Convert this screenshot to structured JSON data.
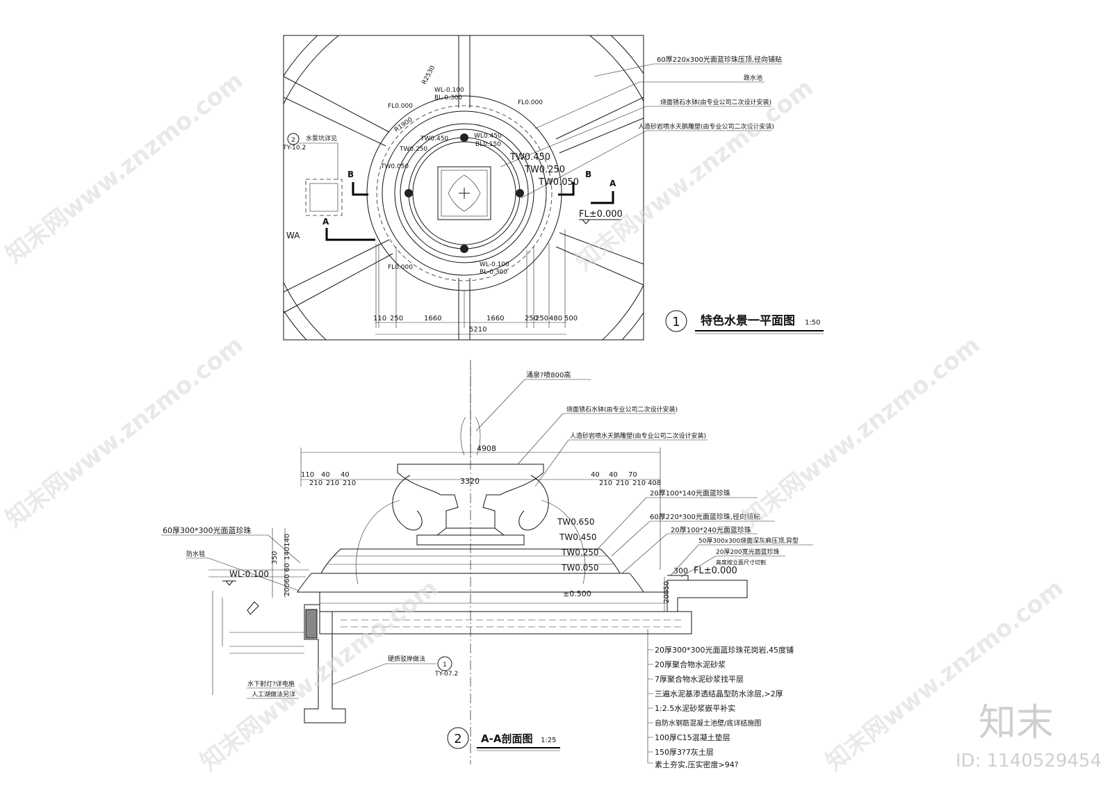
{
  "plan": {
    "title": "特色水景一平面图",
    "scale": "1:50",
    "index": "1",
    "callouts": [
      "60厚220x300光面蓝珍珠压顶,径向铺贴",
      "跌水池",
      "烧面锈石水钵(由专业公司二次设计安装)",
      "人造砂岩喷水天鹅雕塑(由专业公司二次设计安装)"
    ],
    "elevations": {
      "fl000_top": "FL0.000",
      "fl000_left": "FL0.000",
      "wl_top": "WL-0.100",
      "bl_top": "BL-0.300",
      "tw450_a": "TW0.450",
      "tw250_a": "TW0.250",
      "tw050_a": "TW0.050",
      "wl450": "WL0.450",
      "bl150": "BL0.150",
      "tw450": "TW0.450",
      "tw250": "TW0.250",
      "tw050": "TW0.050",
      "fl_pm": "FL±0.000",
      "fl_bottom": "FL0.000",
      "wl_bottom": "WL-0.100",
      "bl_bottom": "BL-0.300",
      "r1": "R2530",
      "r2": "R1900"
    },
    "section_marks": {
      "a": "A",
      "b": "B"
    },
    "detail_ref": {
      "num": "2",
      "text": "水泵坑详见",
      "sheet": "TY-10.2"
    },
    "wa": "WA",
    "dims": {
      "d1": "110",
      "d2": "250",
      "d3": "1660",
      "d4": "1660",
      "d5": "250",
      "d6": "250",
      "d7": "480",
      "d8": "500",
      "total": "5210"
    }
  },
  "section": {
    "title": "A-A剖面图",
    "scale": "1:25",
    "index": "2",
    "top_callouts": [
      "涌泉?喷800高",
      "烧面锈石水钵(由专业公司二次设计安装)",
      "人造砂岩喷水天鹅雕塑(由专业公司二次设计安装)"
    ],
    "right_callouts": [
      "20厚100*140光面蓝珍珠",
      "60厚220*300光面蓝珍珠,径向铺贴",
      "20厚100*240光面蓝珍珠",
      "50厚300x300烧面深灰麻压顶,异型",
      "20厚200宽光面蓝珍珠",
      "高度按立面尺寸切割"
    ],
    "left_callouts": [
      "60厚300*300光面蓝珍珠",
      "防水毯",
      "WL-0.100"
    ],
    "elevations": {
      "tw650": "TW0.650",
      "tw450": "TW0.450",
      "tw250": "TW0.250",
      "tw050": "TW0.050",
      "fl": "FL±0.000",
      "fl300": "300",
      "sub": "±0.500"
    },
    "dims": {
      "overall": "4908",
      "inner": "3320",
      "left_small": [
        "110",
        "40",
        "40"
      ],
      "left_210": [
        "210",
        "210",
        "210"
      ],
      "right_small": [
        "40",
        "40",
        "70"
      ],
      "right_210": [
        "210",
        "210",
        "210"
      ],
      "right_408": "408",
      "left_vertical": "350",
      "left_v2": "140140",
      "left_v3": "20060 60",
      "right_v": "20050"
    },
    "layers": [
      "20厚300*300光面蓝珍珠花岗岩,45度铺",
      "20厚聚合物水泥砂浆",
      "7厚聚合物水泥砂浆找平层",
      "三遍水泥基渗透结晶型防水涂层,>2厚",
      "1:2.5水泥砂浆嵌平补实",
      "自防水钢筋混凝土池壁/底详结施图",
      "100厚C15混凝土垫层",
      "150厚3?7灰土层",
      "素土夯实,压实密度>94?"
    ],
    "detail_ref": {
      "text": "硬质驳岸做法",
      "num": "1",
      "sheet": "TY-07.2"
    },
    "bottom_notes": [
      "水下射灯?详电施",
      "人工湖做法另详"
    ]
  },
  "brand": {
    "logo": "知末",
    "id": "ID: 1140529454",
    "watermark": "知末网www.znzmo.com"
  }
}
